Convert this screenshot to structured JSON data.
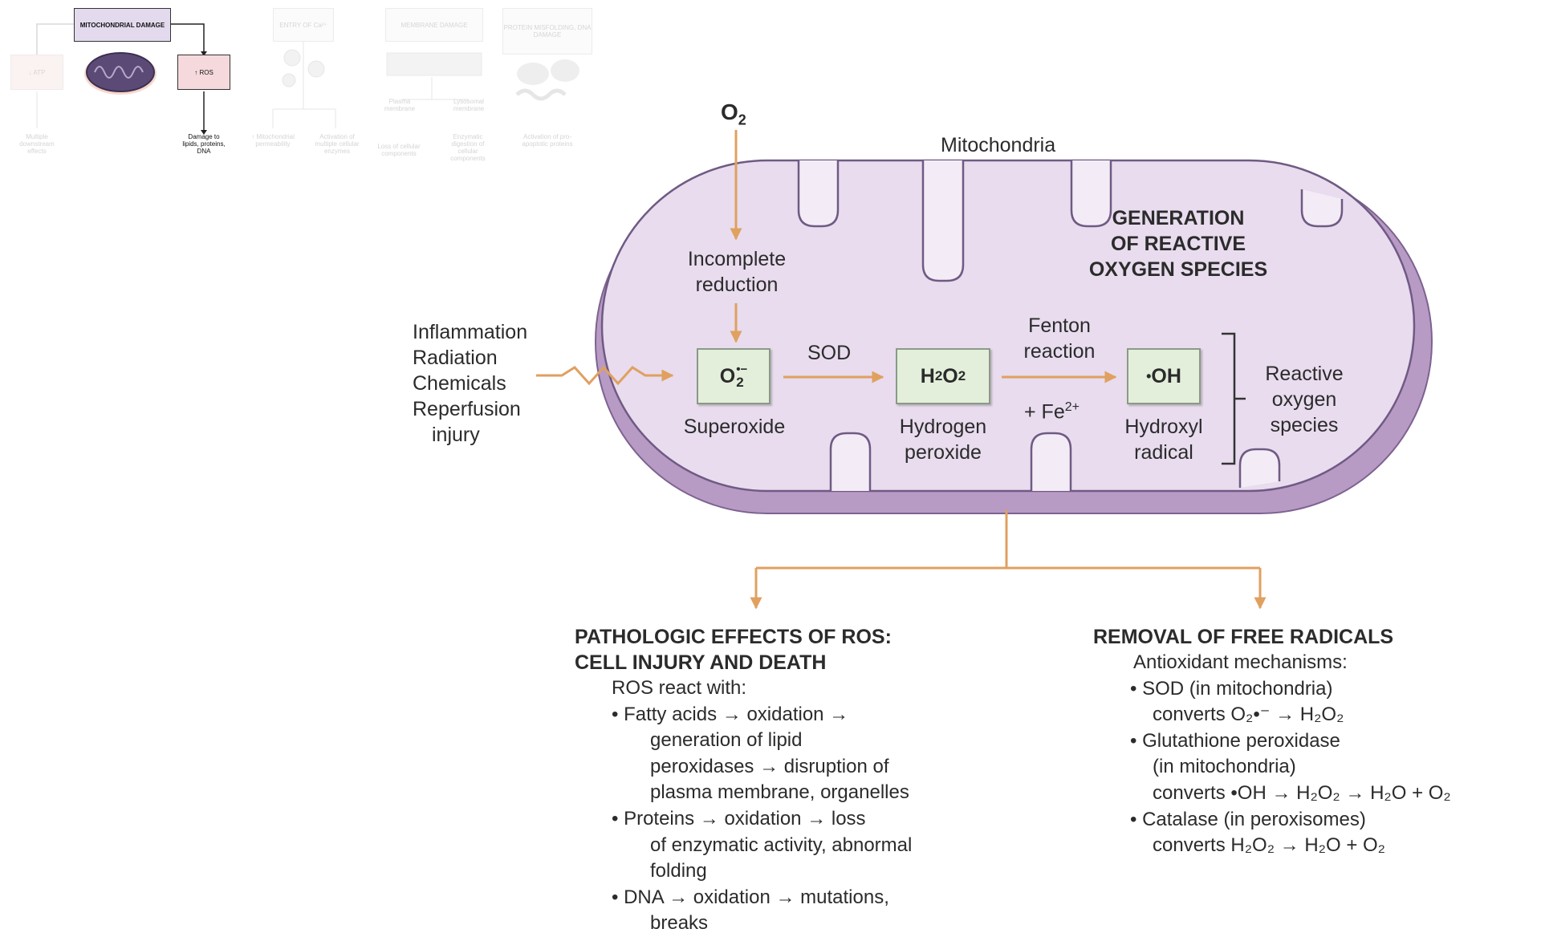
{
  "thumbnail": {
    "mito_damage": "MITOCHONDRIAL DAMAGE",
    "atp": "↓ ATP",
    "ros": "↑ ROS",
    "multiple_effects": "Multiple downstream effects",
    "damage_lipids": "Damage to lipids, proteins, DNA",
    "entry_ca": "ENTRY OF Ca²⁺",
    "mito_permeability": "↑ Mitochondrial permeability",
    "activation_enzymes": "Activation of multiple cellular enzymes",
    "membrane_damage": "MEMBRANE DAMAGE",
    "plasma_membrane": "Plasma membrane",
    "lysosomal_membrane": "Lysosomal membrane",
    "loss_components": "Loss of cellular components",
    "enzymatic_digestion": "Enzymatic digestion of cellular components",
    "protein_misfolding": "PROTEIN MISFOLDING, DNA DAMAGE",
    "pro_apoptotic": "Activation of pro-apoptotic proteins"
  },
  "diagram": {
    "o2_label": "O",
    "o2_sub": "2",
    "mitochondria_label": "Mitochondria",
    "generation_title": [
      "GENERATION",
      "OF REACTIVE",
      "OXYGEN SPECIES"
    ],
    "incomplete_reduction": [
      "Incomplete",
      "reduction"
    ],
    "sources": [
      "Inflammation",
      "Radiation",
      "Chemicals",
      "Reperfusion",
      "injury"
    ],
    "superoxide_box": {
      "main": "O",
      "sub": "2",
      "sup": "•−"
    },
    "superoxide_label": "Superoxide",
    "sod_label": "SOD",
    "h2o2_box": {
      "h": "H",
      "s1": "2",
      "o": "O",
      "s2": "2"
    },
    "h2o2_label": [
      "Hydrogen",
      "peroxide"
    ],
    "fenton_label": [
      "Fenton",
      "reaction"
    ],
    "fe_label": {
      "main": "+ Fe",
      "sup": "2+"
    },
    "hydroxyl_box": {
      "dot": "•",
      "main": "OH"
    },
    "hydroxyl_label": [
      "Hydroxyl",
      "radical"
    ],
    "ros_bracket_label": [
      "Reactive",
      "oxygen",
      "species"
    ]
  },
  "pathologic": {
    "title": [
      "PATHOLOGIC EFFECTS OF ROS:",
      "CELL INJURY AND DEATH"
    ],
    "intro": "ROS react with:",
    "lines": [
      "• Fatty acids → oxidation →",
      "generation of lipid",
      "peroxidases → disruption of",
      "plasma membrane, organelles",
      "• Proteins → oxidation → loss",
      "of enzymatic activity, abnormal",
      "folding",
      "• DNA → oxidation → mutations,",
      "breaks"
    ]
  },
  "removal": {
    "title": "REMOVAL OF FREE RADICALS",
    "intro": "Antioxidant mechanisms:",
    "lines": [
      "• SOD (in mitochondria)",
      "converts O₂•⁻ → H₂O₂",
      "• Glutathione peroxidase",
      "(in mitochondria)",
      "converts •OH → H₂O₂ → H₂O + O₂",
      "• Catalase (in peroxisomes)",
      "converts H₂O₂ → H₂O + O₂"
    ]
  },
  "colors": {
    "arrow": "#e0a060",
    "membrane": "#b89bc4",
    "matrix": "#e8dcee",
    "box_fill": "#e3efdb"
  }
}
